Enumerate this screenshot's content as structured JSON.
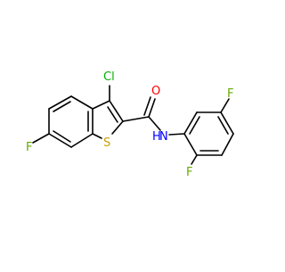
{
  "molecule": {
    "atoms": {
      "chlorine_label": "Cl",
      "oxygen_label": "O",
      "sulfur_label": "S",
      "nitrogen_label": "N",
      "hydrogen_label": "H",
      "fluorine_ring_label": "F",
      "fluorine_top_label": "F",
      "fluorine_bottom_label": "F"
    },
    "colors": {
      "bond": "#000000",
      "chlorine": "#00b000",
      "oxygen": "#ff0000",
      "sulfur": "#c8a000",
      "nitrogen": "#0000ff",
      "fluorine": "#66aa00"
    }
  }
}
